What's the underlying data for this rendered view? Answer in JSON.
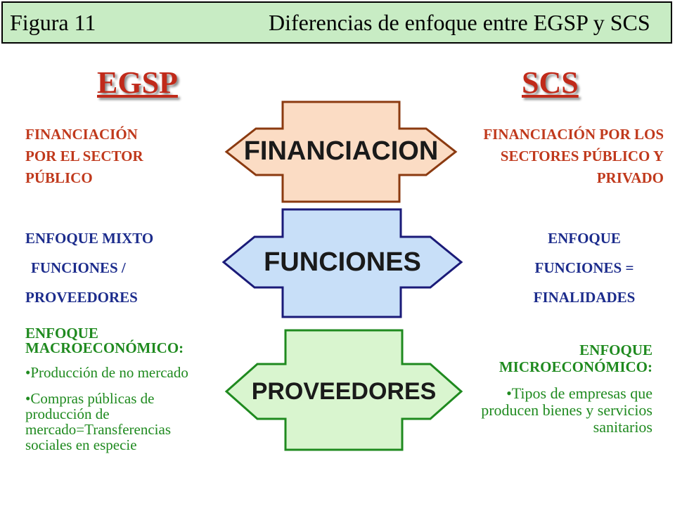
{
  "header": {
    "figure": "Figura 11",
    "title": "Diferencias de enfoque entre EGSP y SCS"
  },
  "columns": {
    "left_title": "EGSP",
    "right_title": "SCS"
  },
  "rows": [
    {
      "label": "FINANCIACION",
      "left": [
        "FINANCIACIÓN",
        "POR EL SECTOR",
        "PÚBLICO"
      ],
      "right": [
        "FINANCIACIÓN POR LOS",
        "SECTORES PÚBLICO Y",
        "PRIVADO"
      ]
    },
    {
      "label": "FUNCIONES",
      "left": [
        "ENFOQUE MIXTO",
        "FUNCIONES /",
        "PROVEEDORES"
      ],
      "right": [
        "ENFOQUE",
        "FUNCIONES =",
        "FINALIDADES"
      ]
    },
    {
      "label": "PROVEEDORES",
      "left_heading": [
        "ENFOQUE",
        "MACROECONÓMICO:"
      ],
      "left_bullets": [
        "•Producción de no mercado",
        "•Compras públicas de producción de mercado=Transferencias sociales en especie"
      ],
      "right_heading": [
        "ENFOQUE",
        "MICROECONÓMICO:"
      ],
      "right_bullets": [
        "•Tipos de empresas que producen bienes y servicios sanitarios"
      ]
    }
  ],
  "colors": {
    "financiacion_fill": "#fbdcc4",
    "financiacion_stroke": "#8b3a10",
    "funciones_fill": "#c8dff8",
    "funciones_stroke": "#1a1a78",
    "proveedores_fill": "#d9f5cf",
    "proveedores_stroke": "#1f8a1f"
  }
}
